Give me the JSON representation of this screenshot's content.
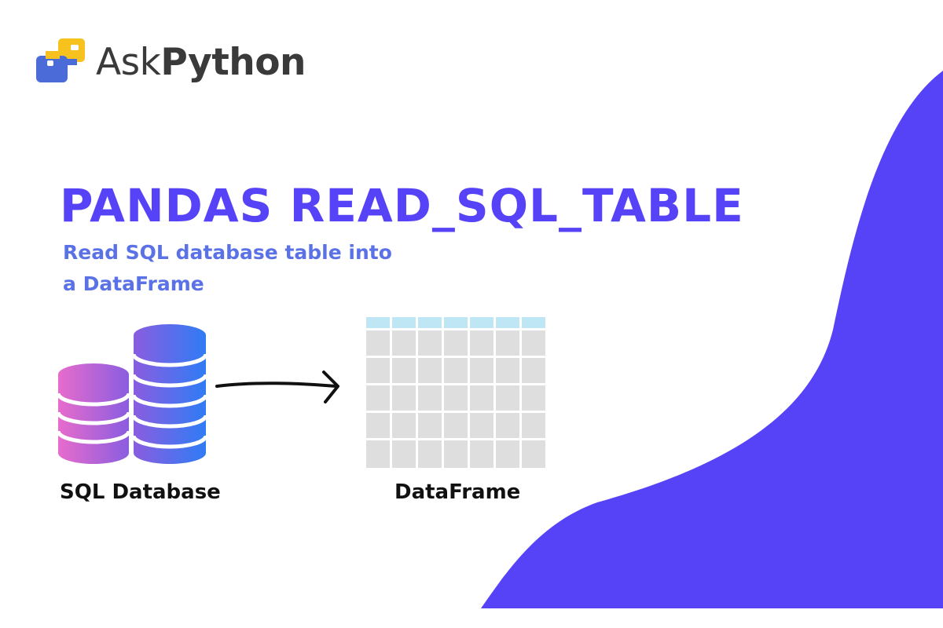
{
  "brand": {
    "ask": "Ask",
    "python": "Python"
  },
  "title": "PANDAS READ_SQL_TABLE",
  "subtitle": {
    "line1": "Read SQL database table into",
    "line2": "a DataFrame"
  },
  "labels": {
    "database": "SQL Database",
    "dataframe": "DataFrame"
  },
  "icons": {
    "logo": "python-logo-icon",
    "database": "database-stack-icon",
    "arrow": "arrow-right-icon",
    "table": "dataframe-grid-icon"
  },
  "colors": {
    "accent": "#5743f7",
    "subtitle": "#5b72e6",
    "grid_cell": "#dedede",
    "grid_header": "#bfe6f5",
    "db_pink": "#e76ccc",
    "db_blue": "#2f7cf5"
  }
}
